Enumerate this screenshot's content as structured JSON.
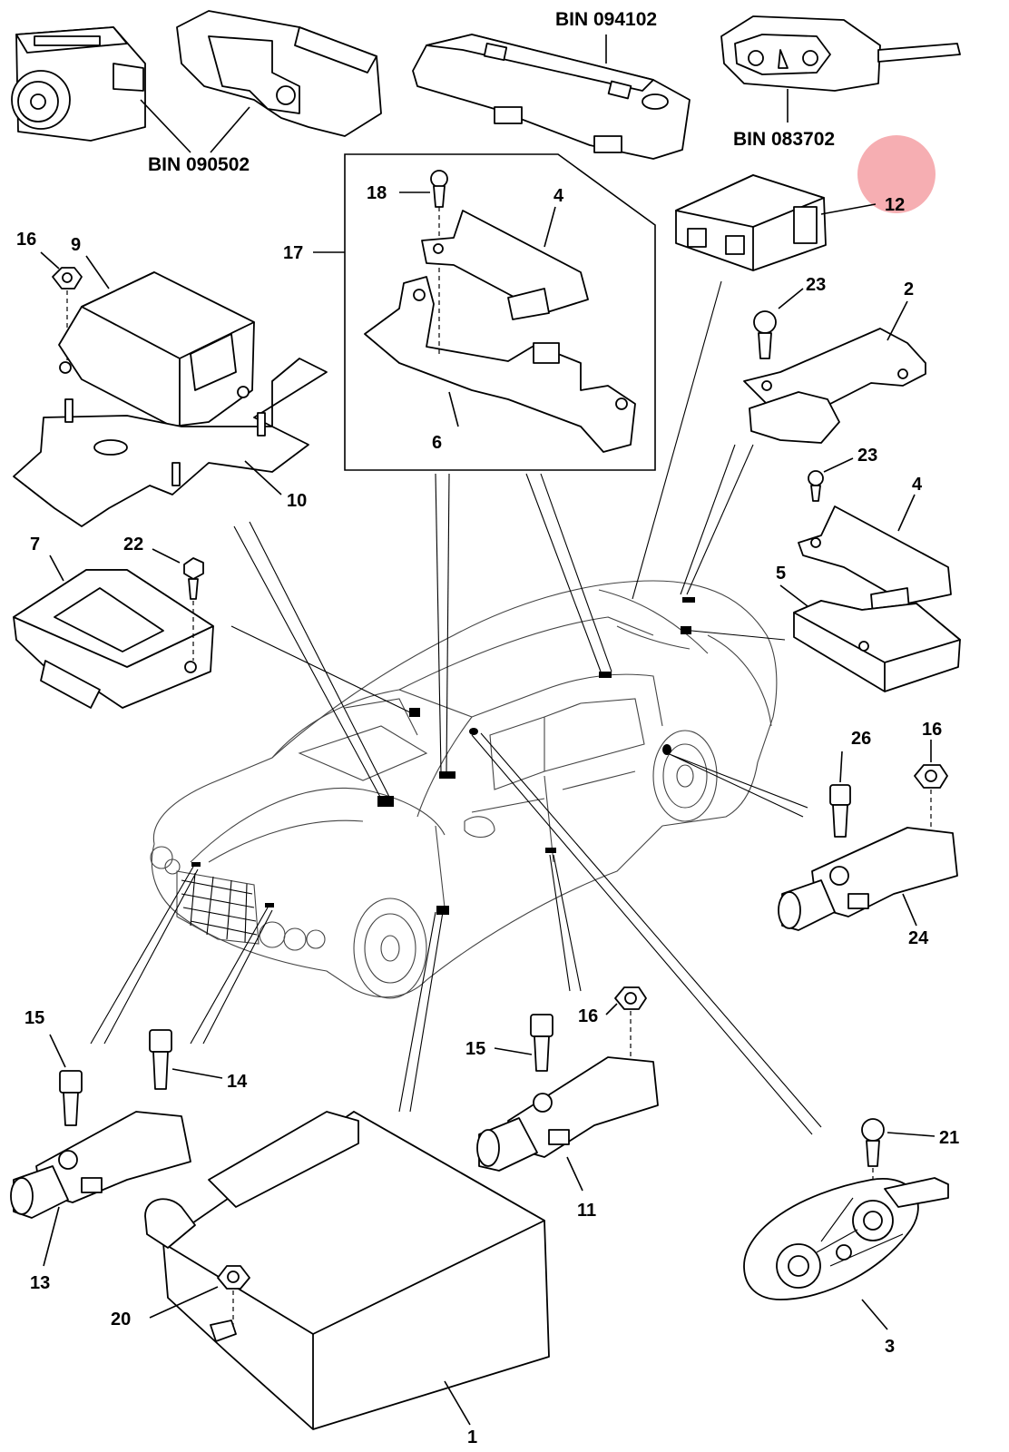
{
  "bin_labels": [
    "BIN 094102",
    "BIN 090502",
    "BIN 083702"
  ],
  "callouts": {
    "c1": "1",
    "c2": "2",
    "c3": "3",
    "c4a": "4",
    "c4b": "4",
    "c5": "5",
    "c6": "6",
    "c7": "7",
    "c9": "9",
    "c10": "10",
    "c11": "11",
    "c12": "12",
    "c13": "13",
    "c14": "14",
    "c15a": "15",
    "c15b": "15",
    "c16a": "16",
    "c16b": "16",
    "c16c": "16",
    "c17": "17",
    "c18": "18",
    "c20": "20",
    "c21": "21",
    "c22": "22",
    "c23a": "23",
    "c23b": "23",
    "c24": "24",
    "c26": "26"
  },
  "colors": {
    "highlight": "#f4a0a4",
    "line": "#000000",
    "car_outline": "#444444"
  }
}
